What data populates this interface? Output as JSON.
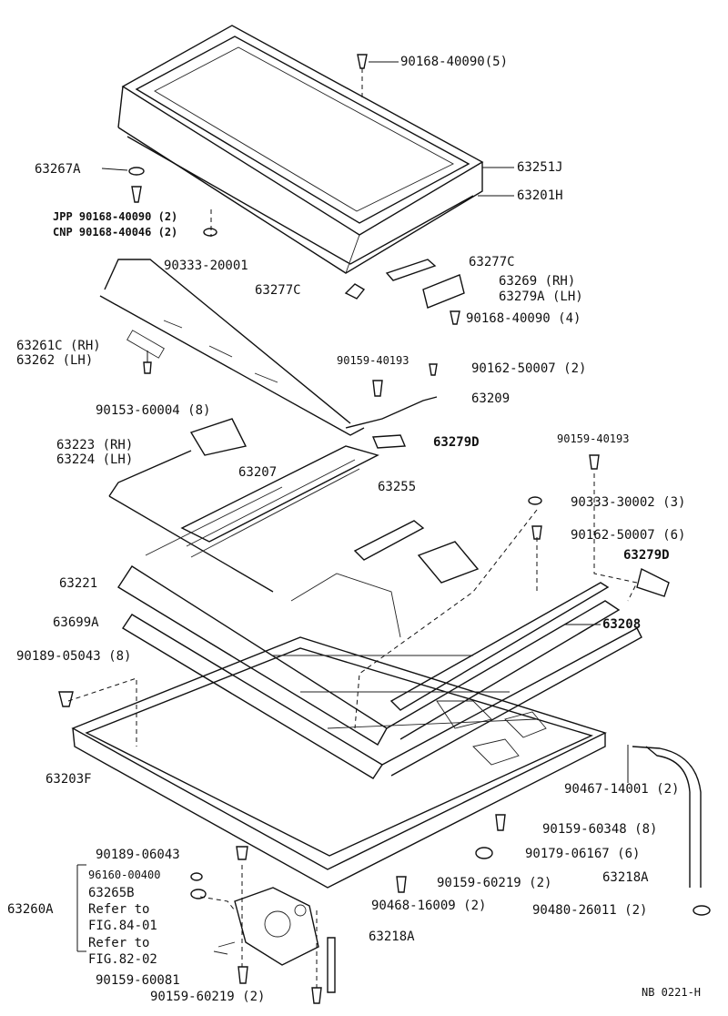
{
  "footer": {
    "code": "NB  0221-H"
  },
  "labels": {
    "p90168_40090_5": "90168-40090(5)",
    "p63251J": "63251J",
    "p63201H": "63201H",
    "p63267A": "63267A",
    "jpp": "JPP  90168-40090 (2)",
    "cnp": "CNP  90168-40046 (2)",
    "p90333_20001": "90333-20001",
    "p63277C_a": "63277C",
    "p63277C_b": "63277C",
    "p63269": "63269  (RH)",
    "p63279A": "63279A (LH)",
    "p90168_40090_4": "90168-40090 (4)",
    "p63261C": "63261C (RH)",
    "p63262": "63262  (LH)",
    "p90159_40193_a": "90159-40193",
    "p90162_50007_2": "90162-50007 (2)",
    "p63209": "63209",
    "p90153_60004": "90153-60004 (8)",
    "p63279D_a": "63279D",
    "p63223": "63223 (RH)",
    "p63224": "63224 (LH)",
    "p63207": "63207",
    "p63255": "63255",
    "p90159_40193_b": "90159-40193",
    "p90333_30002": "90333-30002 (3)",
    "p90162_50007_6": "90162-50007 (6)",
    "p63279D_b": "63279D",
    "p63221": "63221",
    "p63699A": "63699A",
    "p63208": "63208",
    "p90189_05043": "90189-05043 (8)",
    "p63203F": "63203F",
    "p90467_14001": "90467-14001 (2)",
    "p90159_60348": "90159-60348 (8)",
    "p90189_06043": "90189-06043",
    "p90179_06167": "90179-06167 (6)",
    "p96160_00400": "96160-00400",
    "p90159_60219_a": "90159-60219 (2)",
    "p63265B": "63265B",
    "p63218A_a": "63218A",
    "p63260A": "63260A",
    "ref1": "Refer to",
    "ref1b": "FIG.84-01",
    "ref2": "Refer to",
    "ref2b": "FIG.82-02",
    "p90468_16009": "90468-16009 (2)",
    "p90480_26011": "90480-26011 (2)",
    "p63218A_b": "63218A",
    "p90159_60081": "90159-60081",
    "p90159_60219_b": "90159-60219 (2)"
  }
}
